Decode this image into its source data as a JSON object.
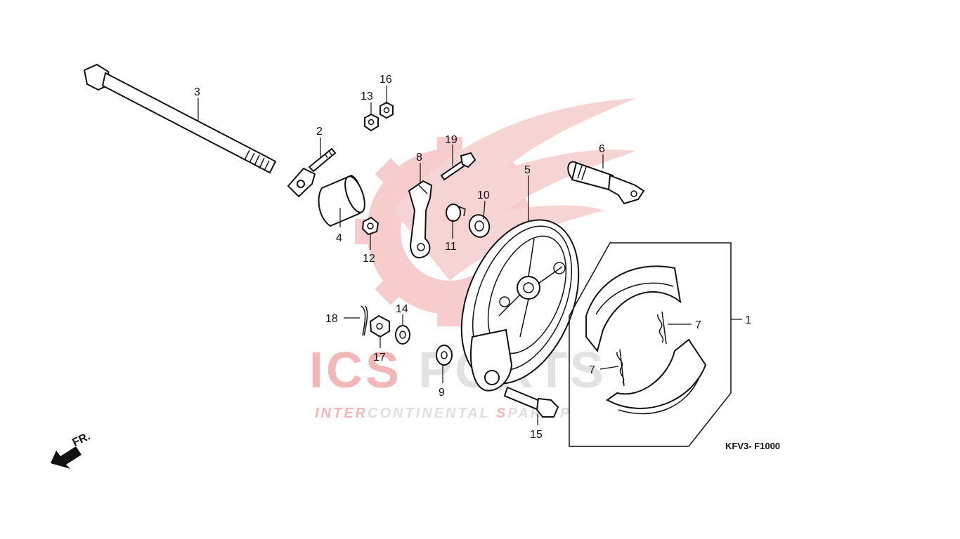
{
  "watermark": {
    "brand_red": "ICS",
    "brand_grey": "PORTS",
    "tagline_red_1": "INTER",
    "tagline_grey_1": "CONTINENTAL ",
    "tagline_red_2": "S",
    "tagline_grey_2": "PARE P",
    "colors": {
      "red": "#f2b8b8",
      "grey": "#e2e2e2"
    }
  },
  "diagram_code": "KFV3- F1000",
  "direction_label": "FR.",
  "callouts": {
    "c1": "1",
    "c2": "2",
    "c3": "3",
    "c4": "4",
    "c5": "5",
    "c6": "6",
    "c7a": "7",
    "c7b": "7",
    "c8": "8",
    "c9": "9",
    "c10": "10",
    "c11": "11",
    "c12": "12",
    "c13": "13",
    "c14": "14",
    "c15": "15",
    "c16": "16",
    "c17": "17",
    "c18": "18",
    "c19": "19"
  }
}
